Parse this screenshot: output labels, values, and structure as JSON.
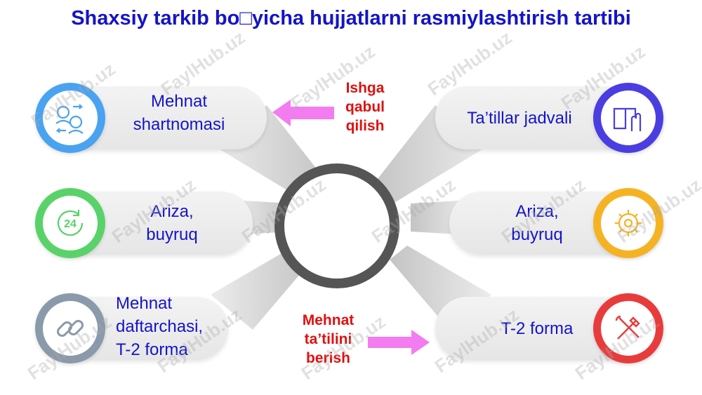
{
  "title": "Shaxsiy tarkib bo□yicha hujjatlarni rasmiylashtirish tartibi",
  "left_items": [
    {
      "lines": [
        "Mehnat",
        "shartnomasi"
      ],
      "icon": "people-exchange-icon",
      "color": "#4aa3f0"
    },
    {
      "lines": [
        "Ariza,",
        "buyruq"
      ],
      "icon": "clock-24-icon",
      "color": "#5ad26a"
    },
    {
      "lines": [
        "Mehnat",
        "daftarchasi,",
        "T-2 forma"
      ],
      "icon": "chain-link-icon",
      "color": "#8a9aaa"
    }
  ],
  "right_items": [
    {
      "lines": [
        "Ta’tillar jadvali"
      ],
      "icon": "book-hand-icon",
      "color": "#4a3ee0"
    },
    {
      "lines": [
        "Ariza,",
        "buyruq"
      ],
      "icon": "gear-wrench-icon",
      "color": "#f5b324"
    },
    {
      "lines": [
        "T-2 forma"
      ],
      "icon": "tools-cross-icon",
      "color": "#e83c3c"
    }
  ],
  "callouts": {
    "top": [
      "Ishga",
      "qabul",
      "qilish"
    ],
    "bottom": [
      "Mehnat",
      "ta’tilini",
      "berish"
    ]
  },
  "colors": {
    "title": "#1414c8",
    "label": "#1414c8",
    "callout": "#e01010",
    "arrow": "#f27cf0",
    "ring": "#555555"
  },
  "watermark": "FaylHub.uz"
}
